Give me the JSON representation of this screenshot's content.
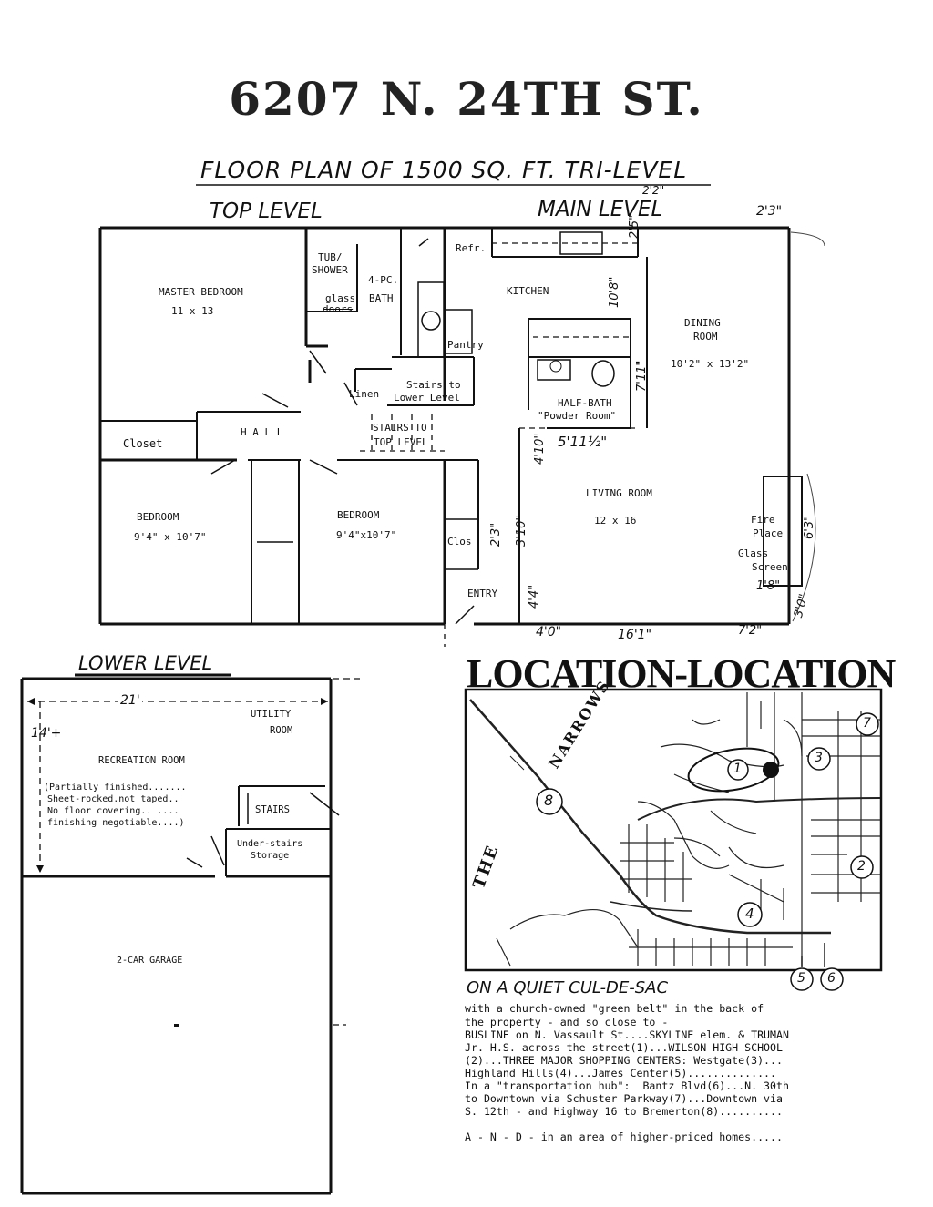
{
  "title": "6207 N. 24TH ST.",
  "subtitle": "FLOOR PLAN OF 1500 SQ. FT. TRI-LEVEL",
  "levels": {
    "top": "TOP LEVEL",
    "main": "MAIN LEVEL",
    "lower": "LOWER LEVEL"
  },
  "rooms": {
    "master_bedroom": "MASTER BEDROOM",
    "master_bedroom_size": "11 x 13",
    "tub_shower_1": "TUB/",
    "tub_shower_2": "SHOWER",
    "glass_doors_1": "glass",
    "glass_doors_2": "doors",
    "bath_1": "4-PC.",
    "bath_2": "BATH",
    "refr": "Refr.",
    "kitchen": "KITCHEN",
    "pantry": "Pantry",
    "dining": "DINING",
    "dining_2": "ROOM",
    "dining_size": "10'2\" x 13'2\"",
    "linen": "Linen",
    "stairs_lower_1": "Stairs to",
    "stairs_lower_2": "Lower Level",
    "half_bath": "HALF-BATH",
    "powder_room": "\"Powder Room\"",
    "closet": "Closet",
    "hall": "H A L L",
    "stairs_top_1": "STAIRS TO",
    "stairs_top_2": "TOP LEVEL",
    "bedroom_a": "BEDROOM",
    "bedroom_a_size": "9'4\" x 10'7\"",
    "bedroom_b": "BEDROOM",
    "bedroom_b_size": "9'4\"x10'7\"",
    "clos": "Clos",
    "living_room": "LIVING ROOM",
    "living_room_size": "12 x 16",
    "fire_1": "Fire",
    "fire_2": "Place",
    "glass_screen_1": "Glass",
    "glass_screen_2": "Screen",
    "entry": "ENTRY"
  },
  "dimensions": {
    "d_2_2": "2'2\"",
    "d_2_3": "2'3\"",
    "d_2_5": "2'5\"",
    "d_10_8": "10'8\"",
    "d_7_11": "7'11\"",
    "d_5_11": "5'11½\"",
    "d_4_10": "4'10\"",
    "d_3_10": "3'10\"",
    "d_2_3b": "2'3\"",
    "d_4_4": "4'4\"",
    "d_6_3": "6'3\"",
    "d_1_8": "1'8\"",
    "d_3_0": "3'0\"",
    "d_4_0": "4'0\"",
    "d_16_1": "16'1\"",
    "d_7_2": "7'2\""
  },
  "lower": {
    "width": "21'",
    "depth": "14'+",
    "utility_1": "UTILITY",
    "utility_2": "ROOM",
    "recreation": "RECREATION ROOM",
    "note_1": "(Partially finished.......",
    "note_2": "Sheet-rocked.not taped..",
    "note_3": "No floor covering.. ....",
    "note_4": "finishing negotiable....)",
    "stairs": "STAIRS",
    "understairs_1": "Under-stairs",
    "understairs_2": "Storage",
    "garage": "2-CAR GARAGE"
  },
  "map": {
    "heading": "LOCATION-LOCATION",
    "narrows": "NARROWS",
    "the": "THE",
    "markers": [
      "1",
      "2",
      "3",
      "4",
      "5",
      "6",
      "7",
      "8"
    ]
  },
  "location": {
    "heading": "ON A QUIET CUL-DE-SAC",
    "lines": [
      "with a church-owned \"green belt\" in the back of",
      "the property - and so close to -",
      "BUSLINE on N. Vassault St....SKYLINE elem. & TRUMAN",
      "Jr. H.S. across the street(1)...WILSON HIGH SCHOOL",
      "(2)...THREE MAJOR SHOPPING CENTERS: Westgate(3)...",
      "Highland Hills(4)...James Center(5)..............",
      "In a \"transportation hub\":  Bantz Blvd(6)...N. 30th",
      "to Downtown via Schuster Parkway(7)...Downtown via",
      "S. 12th - and Highway 16 to Bremerton(8).........."
    ],
    "closing": "A - N - D - in an area of higher-priced homes....."
  }
}
